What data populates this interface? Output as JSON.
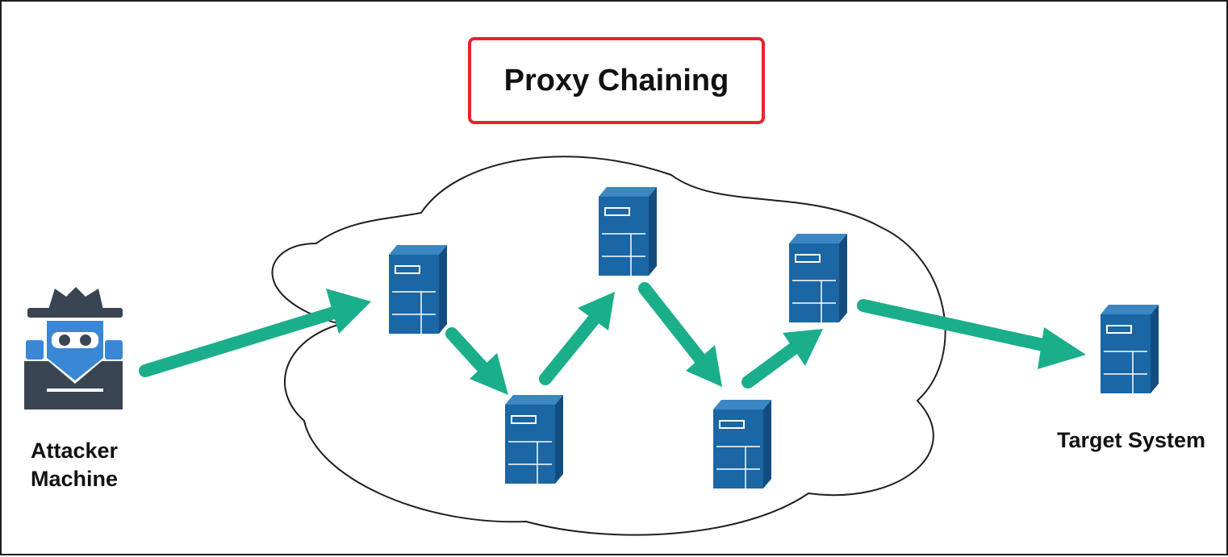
{
  "title": "Proxy Chaining",
  "attacker": {
    "label_line1": "Attacker",
    "label_line2": "Machine",
    "icon": "spy-hacker-icon"
  },
  "target": {
    "label": "Target System",
    "icon": "server-icon"
  },
  "proxies": {
    "count": 5,
    "icon": "server-icon"
  },
  "colors": {
    "title_border": "#e3252b",
    "arrow": "#1aae8a",
    "server_front": "#1b66a5",
    "server_side": "#134d80",
    "server_top": "#3b87c4",
    "spy_dark": "#3a4553",
    "spy_blue": "#3a87d6",
    "cloud_stroke": "#1e1e1e"
  }
}
